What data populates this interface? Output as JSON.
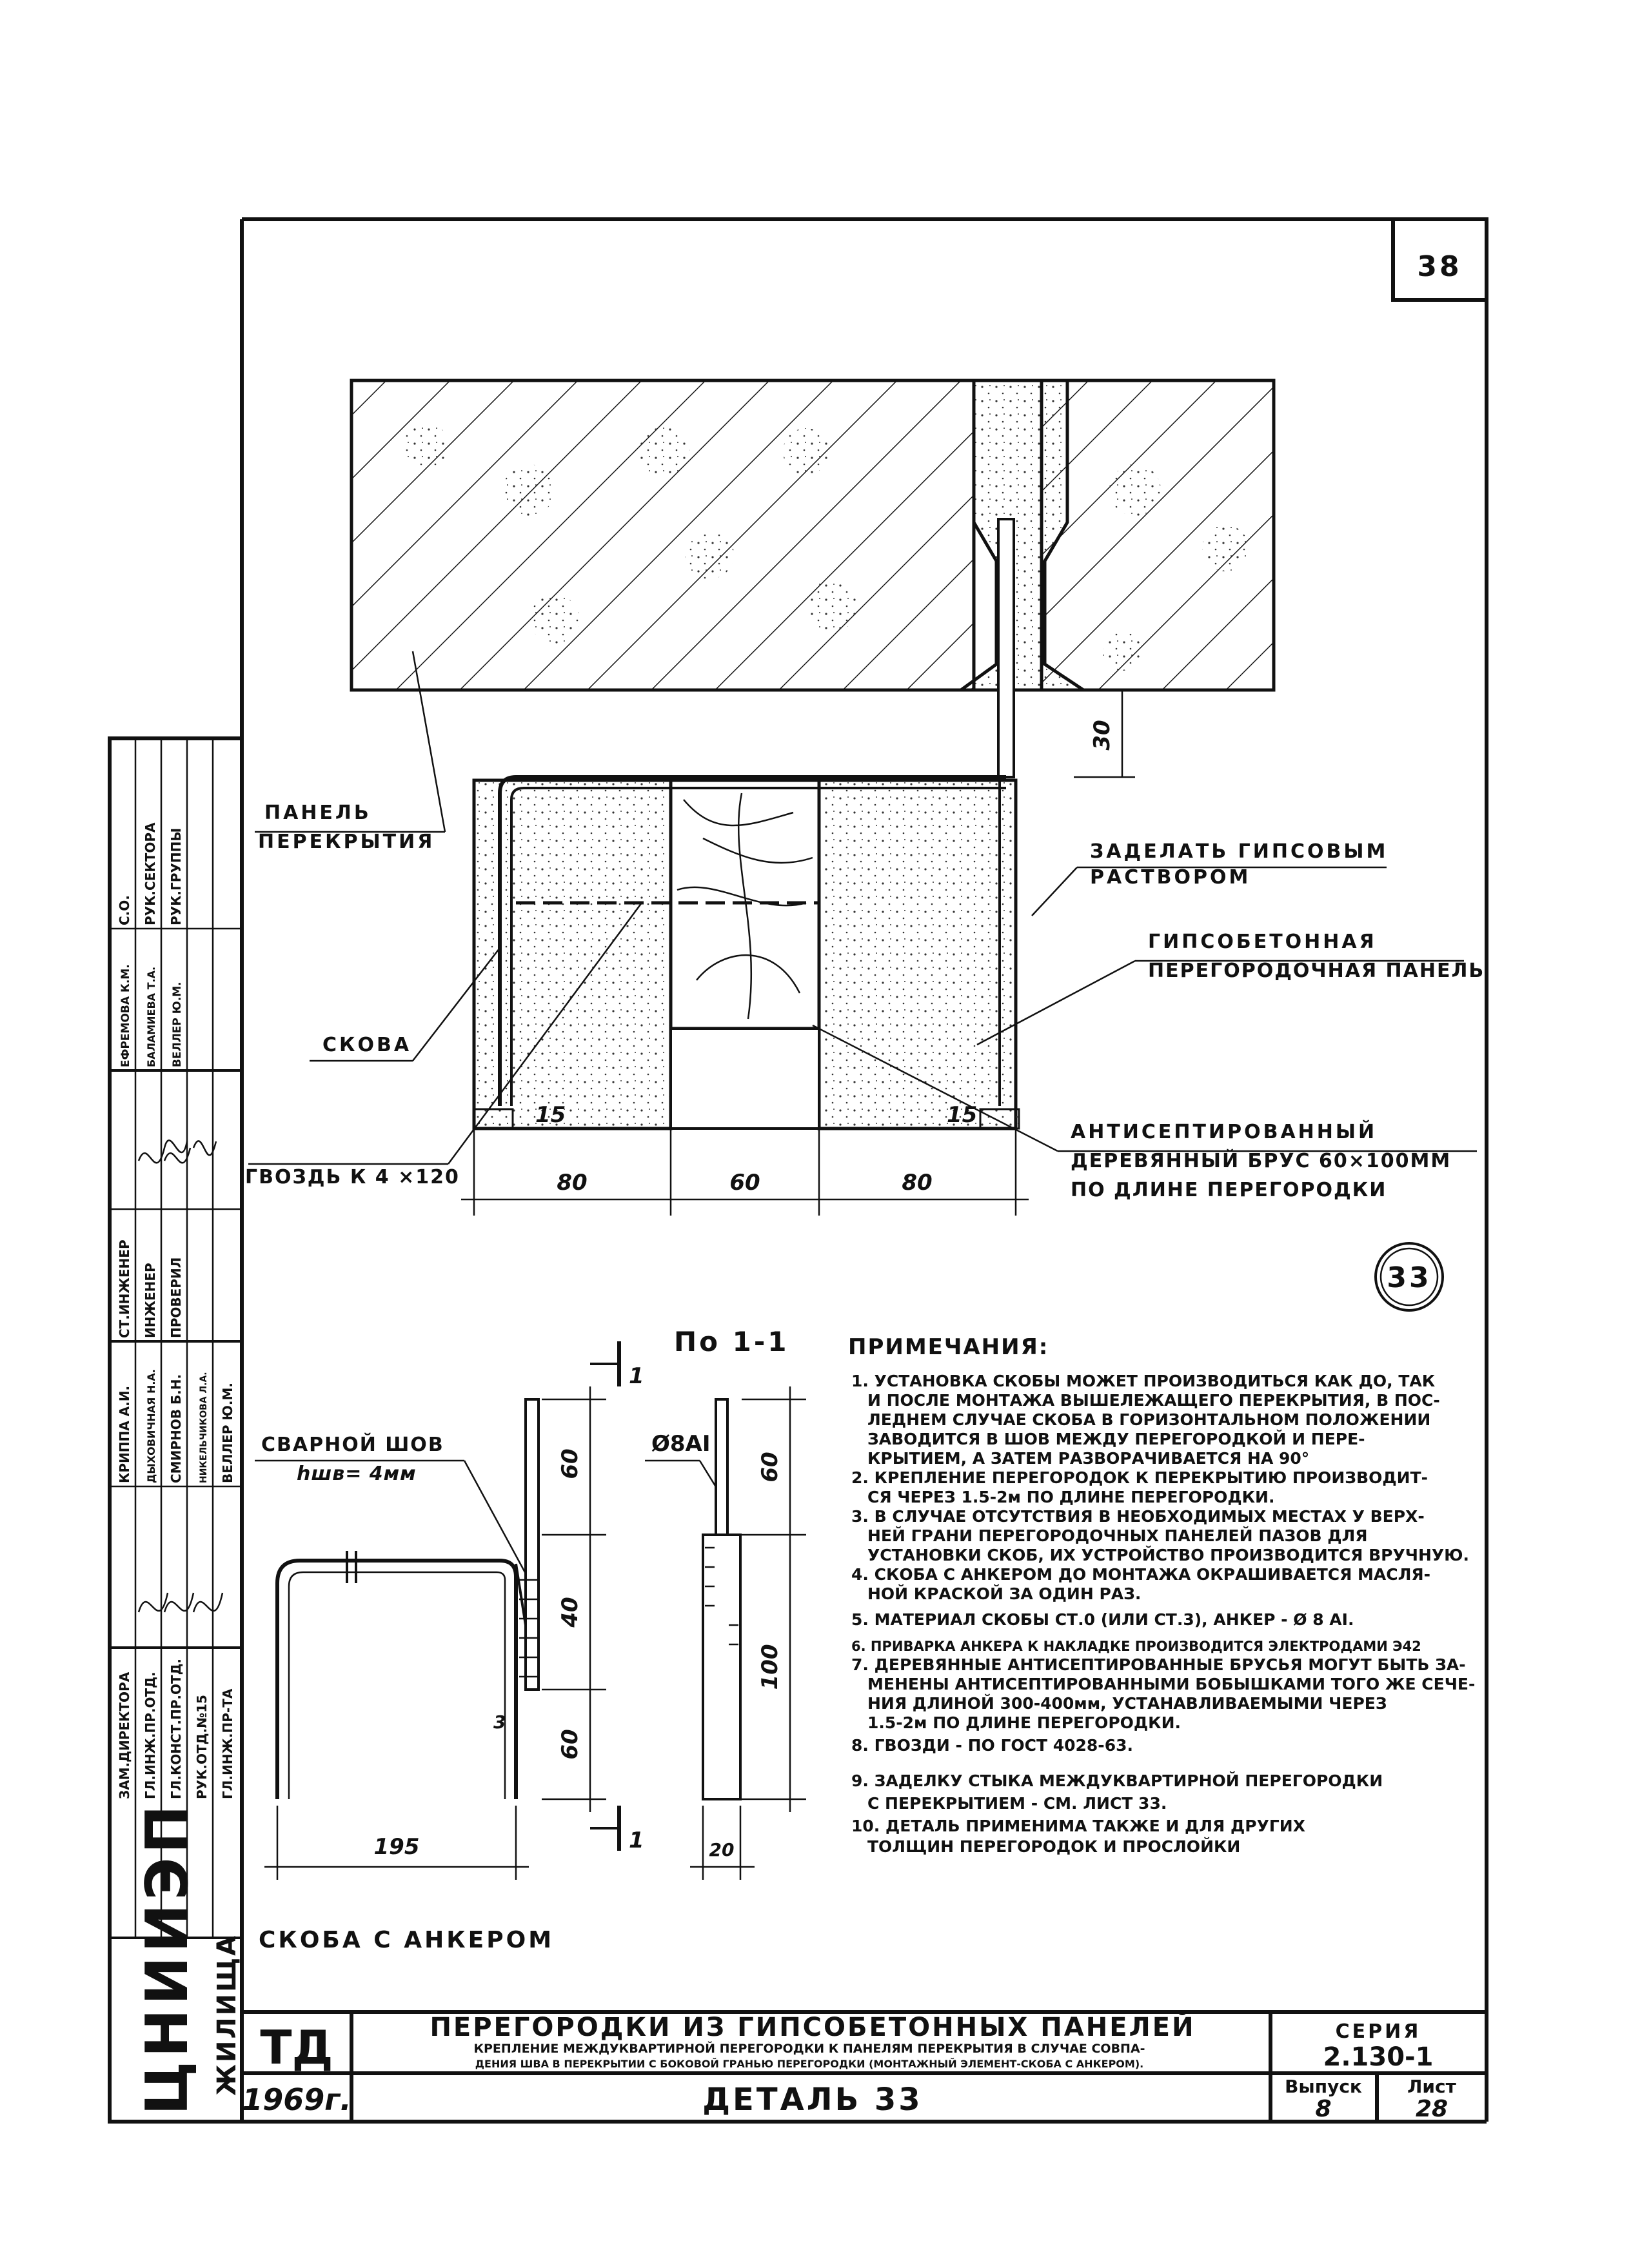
{
  "sheet_number": "38",
  "detail_marker": "33",
  "labels": {
    "panel_line1": "ПАНЕЛЬ",
    "panel_line2": "ПЕРЕКРЫТИЯ",
    "skoba": "СКОВА",
    "nail": "ГВОЗДЬ К 4 ×120",
    "fill_line1": "ЗАДЕЛАТЬ ГИПСОВЫМ",
    "fill_line2": "РАСТВОРОМ",
    "gypsum_line1": "ГИПСОБЕТОННАЯ",
    "gypsum_line2": "ПЕРЕГОРОДОЧНАЯ ПАНЕЛЬ",
    "wood_line1": "АНТИСЕПТИРОВАННЫЙ",
    "wood_line2": "ДЕРЕВЯННЫЙ БРУС 60×100ММ",
    "wood_line3": "ПО ДЛИНЕ ПЕРЕГОРОДКИ",
    "weld_line1": "СВАРНОЙ ШОВ",
    "weld_line2": "hшв= 4мм",
    "section": "По 1-1",
    "anchor": "Ø8AI",
    "caption": "СКОБА С АНКЕРОМ",
    "cut_mark": "1"
  },
  "dims": {
    "gap": "30",
    "edge_left": "15",
    "edge_right": "15",
    "w_left": "80",
    "w_mid": "60",
    "w_right": "80",
    "s_60a": "60",
    "s_40": "40",
    "s_60b": "60",
    "s_3": "3",
    "s_195": "195",
    "a_60": "60",
    "a_100": "100",
    "a_20": "20"
  },
  "notes_title": "ПРИМЕЧАНИЯ:",
  "notes": [
    "1. УСТАНОВКА СКОБЫ МОЖЕТ ПРОИЗВОДИТЬСЯ КАК ДО, ТАК",
    "И ПОСЛЕ МОНТАЖА ВЫШЕЛЕЖАЩЕГО ПЕРЕКРЫТИЯ, В ПОС-",
    "ЛЕДНЕМ СЛУЧАЕ СКОБА В ГОРИЗОНТАЛЬНОМ ПОЛОЖЕНИИ",
    "ЗАВОДИТСЯ В ШОВ МЕЖДУ ПЕРЕГОРОДКОЙ И ПЕРЕ-",
    "КРЫТИЕМ, А ЗАТЕМ РАЗВОРАЧИВАЕТСЯ НА 90°",
    "2. КРЕПЛЕНИЕ ПЕРЕГОРОДОК К ПЕРЕКРЫТИЮ ПРОИЗВОДИТ-",
    "СЯ ЧЕРЕЗ 1.5-2м ПО ДЛИНЕ ПЕРЕГОРОДКИ.",
    "3. В СЛУЧАЕ ОТСУТСТВИЯ В НЕОБХОДИМЫХ МЕСТАХ У ВЕРХ-",
    "НЕЙ ГРАНИ ПЕРЕГОРОДОЧНЫХ ПАНЕЛЕЙ ПАЗОВ ДЛЯ",
    "УСТАНОВКИ СКОБ, ИХ УСТРОЙСТВО ПРОИЗВОДИТСЯ ВРУЧНУЮ.",
    "4. СКОБА С АНКЕРОМ ДО МОНТАЖА ОКРАШИВАЕТСЯ МАСЛЯ-",
    "НОЙ КРАСКОЙ ЗА ОДИН РАЗ.",
    "5. МАТЕРИАЛ СКОБЫ СТ.0 (ИЛИ СТ.3), АНКЕР - Ø 8 AI.",
    "6. ПРИВАРКА АНКЕРА К НАКЛАДКЕ ПРОИЗВОДИТСЯ ЭЛЕКТРОДАМИ Э42",
    "7. ДЕРЕВЯННЫЕ АНТИСЕПТИРОВАННЫЕ БРУСЬЯ МОГУТ БЫТЬ ЗА-",
    "МЕНЕНЫ АНТИСЕПТИРОВАННЫМИ БОБЫШКАМИ ТОГО ЖЕ СЕЧЕ-",
    "НИЯ ДЛИНОЙ 300-400мм, УСТАНАВЛИВАЕМЫМИ ЧЕРЕЗ",
    "1.5-2м ПО ДЛИНЕ ПЕРЕГОРОДКИ.",
    "8. ГВОЗДИ - ПО ГОСТ 4028-63.",
    "9. ЗАДЕЛКУ СТЫКА МЕЖДУКВАРТИРНОЙ ПЕРЕГОРОДКИ",
    "С ПЕРЕКРЫТИЕМ - СМ. ЛИСТ 33.",
    "10. ДЕТАЛЬ ПРИМЕНИМА ТАКЖЕ И ДЛЯ ДРУГИХ",
    "ТОЛЩИН ПЕРЕГОРОДОК И ПРОСЛОЙКИ"
  ],
  "title_block": {
    "td": "ТД",
    "year": "1969г.",
    "title": "ПЕРЕГОРОДКИ ИЗ ГИПСОБЕТОННЫХ ПАНЕЛЕЙ",
    "subtitle1": "КРЕПЛЕНИЕ МЕЖДУКВАРТИРНОЙ ПЕРЕГОРОДКИ К ПАНЕЛЯМ ПЕРЕКРЫТИЯ В СЛУЧАЕ СОВПА-",
    "subtitle2": "ДЕНИЯ ШВА В ПЕРЕКРЫТИИ С БОКОВОЙ ГРАНЬЮ ПЕРЕГОРОДКИ (МОНТАЖНЫЙ ЭЛЕМЕНТ-СКОБА С АНКЕРОМ).",
    "detail": "ДЕТАЛЬ 33",
    "series_label": "СЕРИЯ",
    "series_value": "2.130-1",
    "issue_label": "Выпуск",
    "issue_value": "8",
    "sheet_label": "Лист",
    "sheet_value": "28"
  },
  "stamp": {
    "org": "ЖИЛИЩА",
    "logo": "ЦНИИЭП",
    "roles": [
      "ЗАМ.ДИРЕКТОРА",
      "ГЛ.ИНЖ.ПР.ОТД.",
      "ГЛ.КОНСТ.ПР.ОТД.",
      "РУК.ОТД.№15",
      "ГЛ.ИНЖ.ПР-ТА"
    ],
    "names": [
      "КРИППА А.И.",
      "ДЫХОВИЧНАЯ Н.А.",
      "СМИРНОВ Б.Н.",
      "НИКЕЛЬЧИКОВА Л.А.",
      "ВЕЛЛЕР Ю.М."
    ],
    "roles2": [
      "СТ.ИНЖЕНЕР",
      "ИНЖЕНЕР",
      "ПРОВЕРИЛ"
    ],
    "names2": [
      "ЕФРЕМОВА К.М.",
      "БАЛАМИЕВА Т.А.",
      "ВЕЛЛЕР Ю.М."
    ],
    "roles3": [
      "С.О.",
      "РУК.СЕКТОРА",
      "РУК.ГРУППЫ"
    ]
  }
}
